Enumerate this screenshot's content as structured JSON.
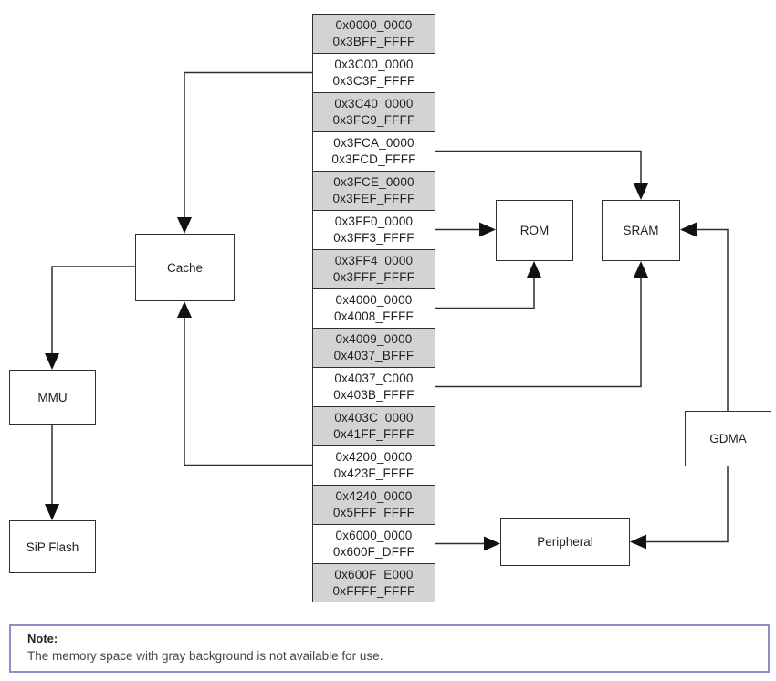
{
  "diagram": {
    "title": "memory-map",
    "stack": {
      "rows": [
        {
          "start": "0x0000_0000",
          "end": "0x3BFF_FFFF",
          "available": false
        },
        {
          "start": "0x3C00_0000",
          "end": "0x3C3F_FFFF",
          "available": true
        },
        {
          "start": "0x3C40_0000",
          "end": "0x3FC9_FFFF",
          "available": false
        },
        {
          "start": "0x3FCA_0000",
          "end": "0x3FCD_FFFF",
          "available": true
        },
        {
          "start": "0x3FCE_0000",
          "end": "0x3FEF_FFFF",
          "available": false
        },
        {
          "start": "0x3FF0_0000",
          "end": "0x3FF3_FFFF",
          "available": true
        },
        {
          "start": "0x3FF4_0000",
          "end": "0x3FFF_FFFF",
          "available": false
        },
        {
          "start": "0x4000_0000",
          "end": "0x4008_FFFF",
          "available": true
        },
        {
          "start": "0x4009_0000",
          "end": "0x4037_BFFF",
          "available": false
        },
        {
          "start": "0x4037_C000",
          "end": "0x403B_FFFF",
          "available": true
        },
        {
          "start": "0x403C_0000",
          "end": "0x41FF_FFFF",
          "available": false
        },
        {
          "start": "0x4200_0000",
          "end": "0x423F_FFFF",
          "available": true
        },
        {
          "start": "0x4240_0000",
          "end": "0x5FFF_FFFF",
          "available": false
        },
        {
          "start": "0x6000_0000",
          "end": "0x600F_DFFF",
          "available": true
        },
        {
          "start": "0x600F_E000",
          "end": "0xFFFF_FFFF",
          "available": false
        }
      ]
    },
    "components": {
      "cache": "Cache",
      "mmu": "MMU",
      "sip_flash": "SiP Flash",
      "rom": "ROM",
      "sram": "SRAM",
      "gdma": "GDMA",
      "peripheral": "Peripheral"
    },
    "note": {
      "title": "Note:",
      "body": "The memory space with gray background is not available for use."
    },
    "colors": {
      "unavailable_fill": "#d3d3d3",
      "available_fill": "#ffffff",
      "line": "#2f2f2f",
      "note_border": "#8f8fc6"
    }
  }
}
